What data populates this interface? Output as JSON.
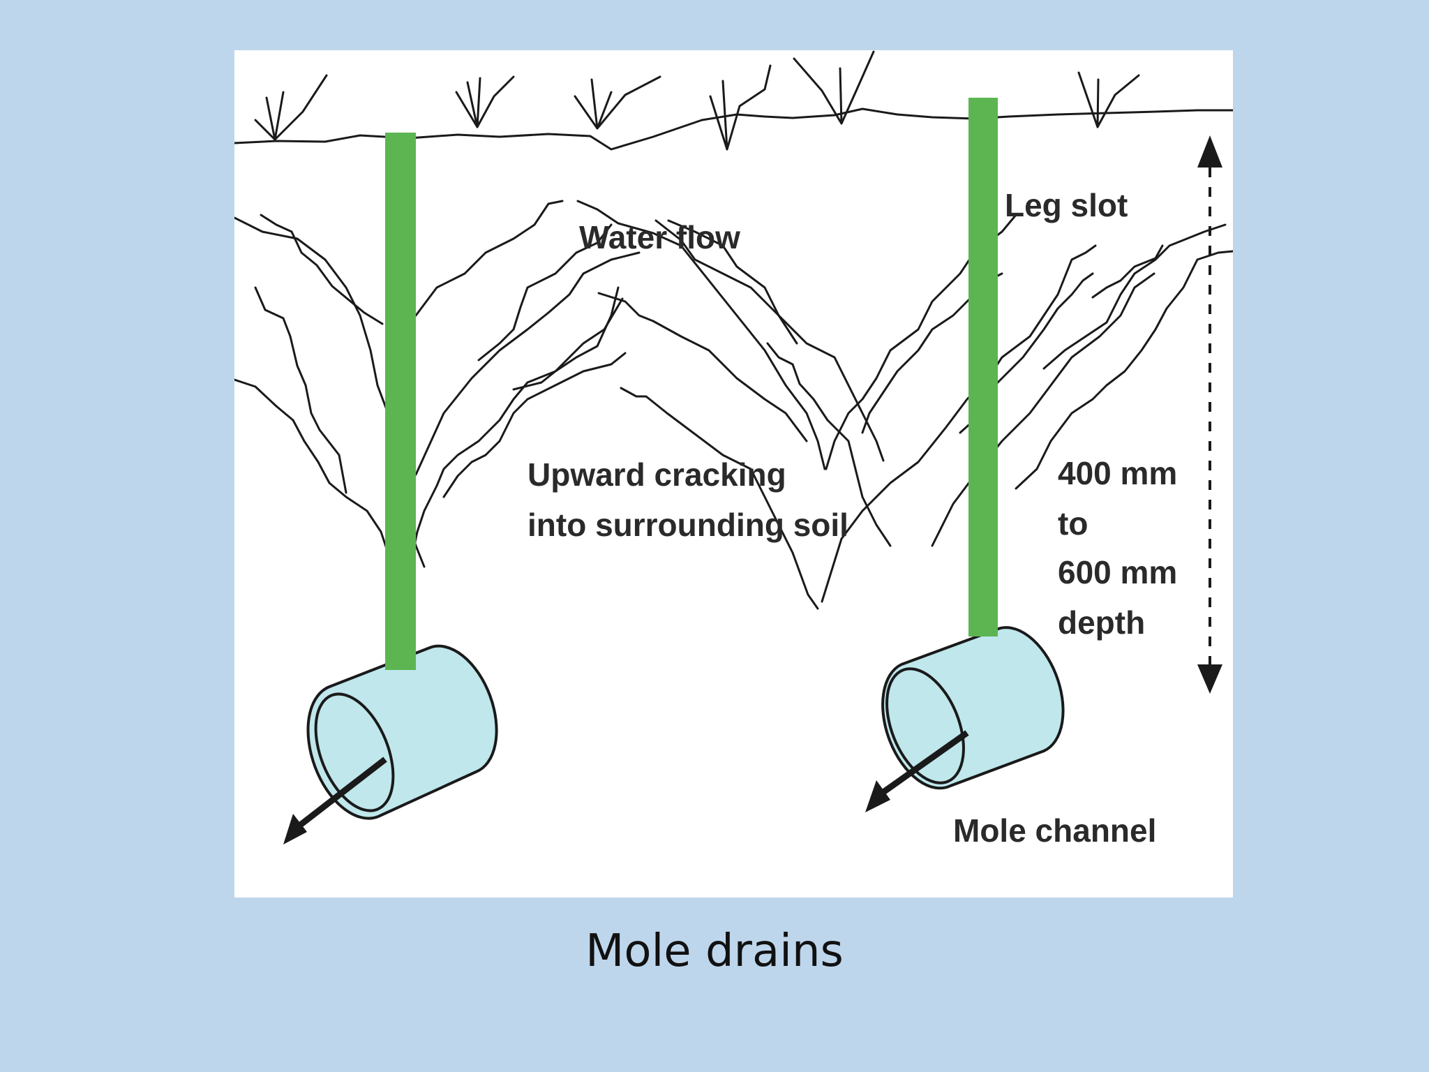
{
  "slide": {
    "caption": "Mole drains"
  },
  "diagram": {
    "labels": {
      "water_flow": "Water flow",
      "leg_slot": "Leg slot",
      "upward_cracking_line1": "Upward cracking",
      "upward_cracking_line2": "into surrounding soil",
      "depth_line1": "400 mm",
      "depth_line2": "to",
      "depth_line3": "600 mm",
      "depth_line4": "depth",
      "mole_channel": "Mole channel"
    },
    "colors": {
      "background": "#bed6ec",
      "panel": "#ffffff",
      "leg_slot": "#5db552",
      "mole_channel_fill": "#bfe7ec",
      "line": "#1a1a1a"
    }
  }
}
